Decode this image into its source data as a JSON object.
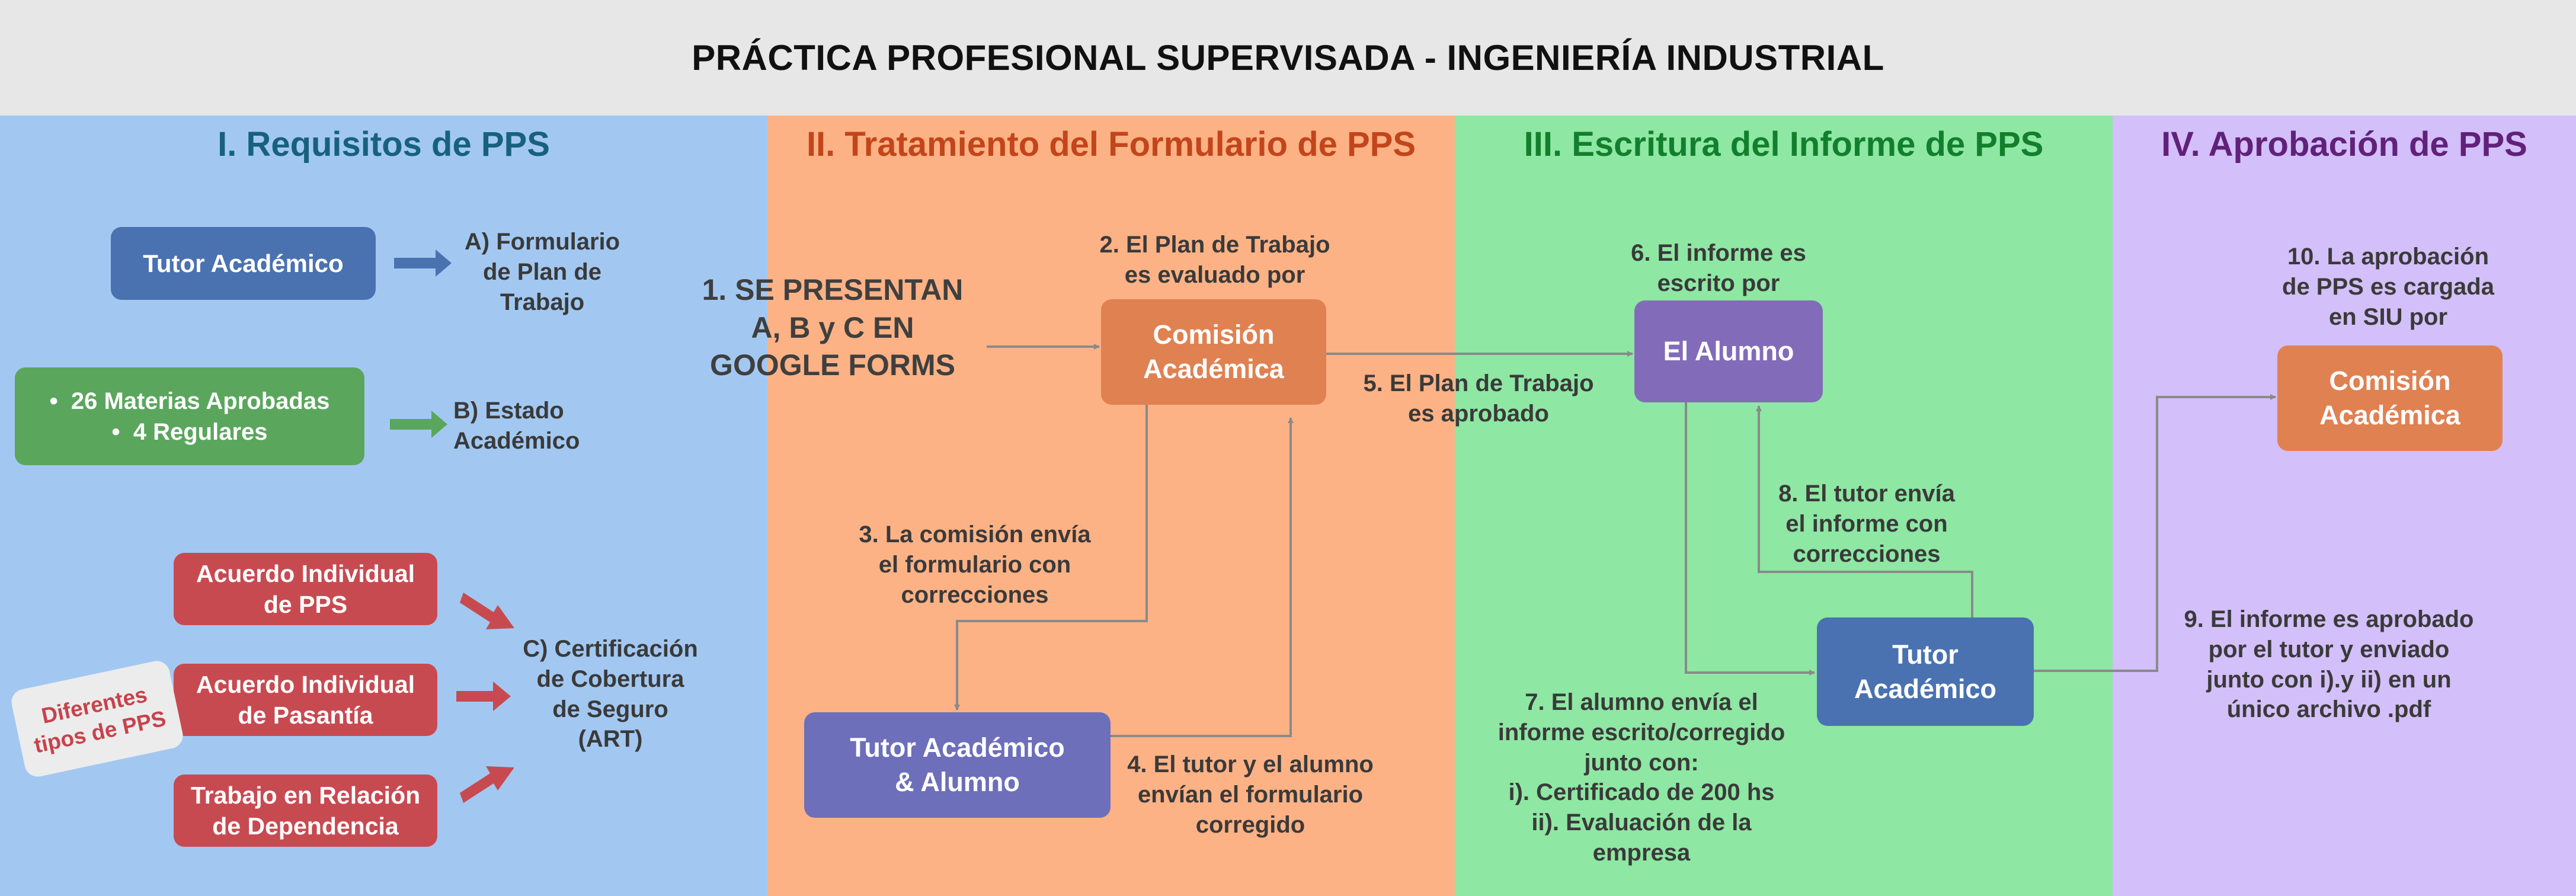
{
  "header": {
    "title": "PRÁCTICA PROFESIONAL SUPERVISADA - INGENIERÍA INDUSTRIAL"
  },
  "colors": {
    "col1": "#a2c8f2",
    "col2": "#fdb285",
    "col3": "#8ee7a3",
    "col4": "#d3bff9",
    "title1": "#17617f",
    "title2": "#c3451b",
    "title3": "#127f2c",
    "title4": "#61217a",
    "blue": "#4a72b1",
    "green": "#5aa65d",
    "red": "#c84a51",
    "orange": "#e08152",
    "purple": "#826cb9",
    "violet": "#6d6fbb"
  },
  "section1": {
    "title": "I. Requisitos de PPS",
    "tutor_box": "Tutor Académico",
    "label_a": "A) Formulario\nde Plan de\nTrabajo",
    "materias": [
      "26 Materias Aprobadas",
      "4 Regulares"
    ],
    "label_b": "B) Estado\nAcadémico",
    "acuerdo_pps": "Acuerdo Individual\nde PPS",
    "acuerdo_pasantia": "Acuerdo Individual\nde Pasantía",
    "trabajo": "Trabajo en Relación\nde Dependencia",
    "label_c": "C) Certificación\nde Cobertura\nde Seguro\n(ART)",
    "stamp": "Diferentes\ntipos de PPS"
  },
  "section2": {
    "title": "II. Tratamiento del Formulario de PPS",
    "presentan": "1. SE PRESENTAN\nA, B y C EN\nGOOGLE FORMS",
    "evaluado": "2. El Plan de Trabajo\nes evaluado por",
    "comision": "Comisión\nAcadémica",
    "envia_correcciones": "3. La comisión envía\nel formulario con\ncorrecciones",
    "tutor_alumno": "Tutor Académico\n& Alumno",
    "envian_corregido": "4. El tutor y el alumno\nenvían el formulario\ncorregido"
  },
  "section3": {
    "title": "III. Escritura del Informe de PPS",
    "aprobado": "5. El Plan de Trabajo\nes aprobado",
    "escrito_por": "6. El informe es\nescrito por",
    "alumno": "El Alumno",
    "tutor_envia": "8. El tutor envía\nel informe con\ncorrecciones",
    "tutor": "Tutor\nAcadémico",
    "alumno_envia": "7. El alumno envía el\ninforme escrito/corregido\njunto con:\ni). Certificado de 200 hs\nii). Evaluación de la\nempresa"
  },
  "section4": {
    "title": "IV. Aprobación de PPS",
    "cargada": "10. La aprobación\nde PPS es cargada\nen SIU por",
    "comision": "Comisión\nAcadémica",
    "informe_aprobado": "9. El informe es aprobado\npor el tutor y enviado\njunto con i).y ii) en un\núnico archivo .pdf"
  }
}
